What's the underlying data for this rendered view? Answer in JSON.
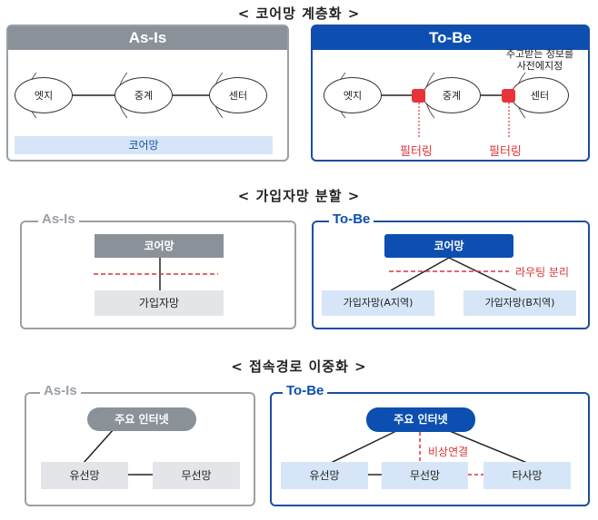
{
  "section1": {
    "title": "< 코어망 계층화 >",
    "asis": {
      "header": "As-Is",
      "nodes": [
        "엣지",
        "중계",
        "센터"
      ],
      "core_bar": "코어망"
    },
    "tobe": {
      "header": "To-Be",
      "nodes": [
        "엣지",
        "중계",
        "센터"
      ],
      "note": "주고받는 정보를\n사전에지정",
      "filter1": "필터링",
      "filter2": "필터링"
    }
  },
  "section2": {
    "title": "< 가입자망 분할 >",
    "asis": {
      "label": "As-Is",
      "core": "코어망",
      "subscriber": "가입자망"
    },
    "tobe": {
      "label": "To-Be",
      "core": "코어망",
      "routing": "라우팅 분리",
      "sub_a": "가입자망(A지역)",
      "sub_b": "가입자망(B지역)"
    }
  },
  "section3": {
    "title": "< 접속경로 이중화 >",
    "asis": {
      "label": "As-Is",
      "internet": "주요 인터넷",
      "wired": "유선망",
      "wireless": "무선망"
    },
    "tobe": {
      "label": "To-Be",
      "internet": "주요 인터넷",
      "emergency": "비상연결",
      "wired": "유선망",
      "wireless": "무선망",
      "other": "타사망"
    }
  },
  "colors": {
    "blue": "#0c4fb0",
    "gray": "#8a9199",
    "red": "#d9353b",
    "light_blue": "#d6e6f8"
  }
}
